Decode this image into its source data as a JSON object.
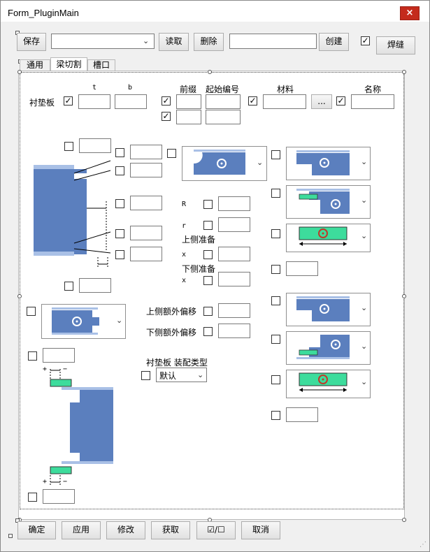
{
  "window": {
    "title": "Form_PluginMain",
    "close_glyph": "×"
  },
  "toolbar": {
    "save": "保存",
    "read": "读取",
    "delete": "删除",
    "create": "创建",
    "weld": "焊缝",
    "combo_value": "",
    "name_value": ""
  },
  "tabs": [
    "通用",
    "梁切割",
    "槽口"
  ],
  "header_labels": {
    "t": "t",
    "b": "b",
    "prefix": "前缀",
    "start_no": "起始编号",
    "material": "材料",
    "name": "名称",
    "ellipsis": "..."
  },
  "labels": {
    "plate": "衬垫板",
    "R": "R",
    "r": "r",
    "upper_prep": "上侧准备",
    "lower_prep": "下侧准备",
    "x": "x",
    "upper_offset": "上侧额外偏移",
    "lower_offset": "下侧额外偏移",
    "plate_assembly": "衬垫板 装配类型",
    "plus": "+",
    "minus": "−"
  },
  "assembly_select": {
    "value": "默认"
  },
  "footer": {
    "ok": "确定",
    "apply": "应用",
    "modify": "修改",
    "get": "获取",
    "toggle": "☑/☐",
    "cancel": "取消"
  },
  "colors": {
    "steel": "#5b7fbe",
    "plate": "#3ddc9c",
    "accent_red": "#c0392b"
  }
}
